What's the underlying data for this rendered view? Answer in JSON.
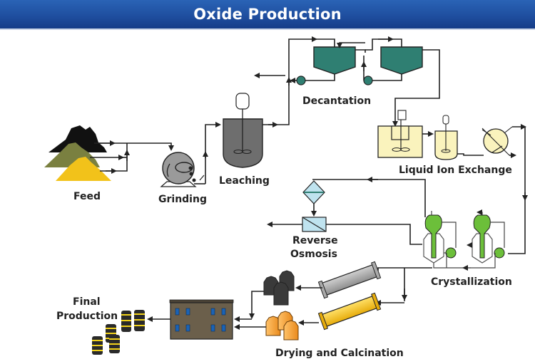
{
  "title": "Oxide Production",
  "stages": {
    "feed": {
      "label": "Feed"
    },
    "grinding": {
      "label": "Grinding"
    },
    "leaching": {
      "label": "Leaching"
    },
    "decantation": {
      "label": "Decantation"
    },
    "liquid_ion_exchange": {
      "label": "Liquid Ion Exchange"
    },
    "reverse_osmosis": {
      "label_line1": "Reverse",
      "label_line2": "Osmosis"
    },
    "crystallization": {
      "label": "Crystallization"
    },
    "drying_calcination": {
      "label": "Drying and Calcination"
    },
    "final_production": {
      "label_line1": "Final",
      "label_line2": "Production"
    }
  },
  "colors": {
    "title_bar": "#1f4fa0",
    "feed_black": "#111111",
    "feed_olive": "#7a8040",
    "feed_yellow": "#f2c21a",
    "grinder": "#9a9a9a",
    "leach_tank": "#6e6e6e",
    "decant_tank": "#2f7f72",
    "ion_exchange": "#faf3bd",
    "reverse_osmosis": "#bfe3ef",
    "crystallizer": "#6cbf3a",
    "dryer_gray": "#a5a5a5",
    "calciner_yellow": "#f4c419",
    "silo_black": "#3a3a3a",
    "silo_orange": "#f1a23a",
    "building": "#6b5f4b",
    "window": "#1b63b5",
    "barrel": "#2a2a2a",
    "barrel_band": "#f1d21a"
  }
}
